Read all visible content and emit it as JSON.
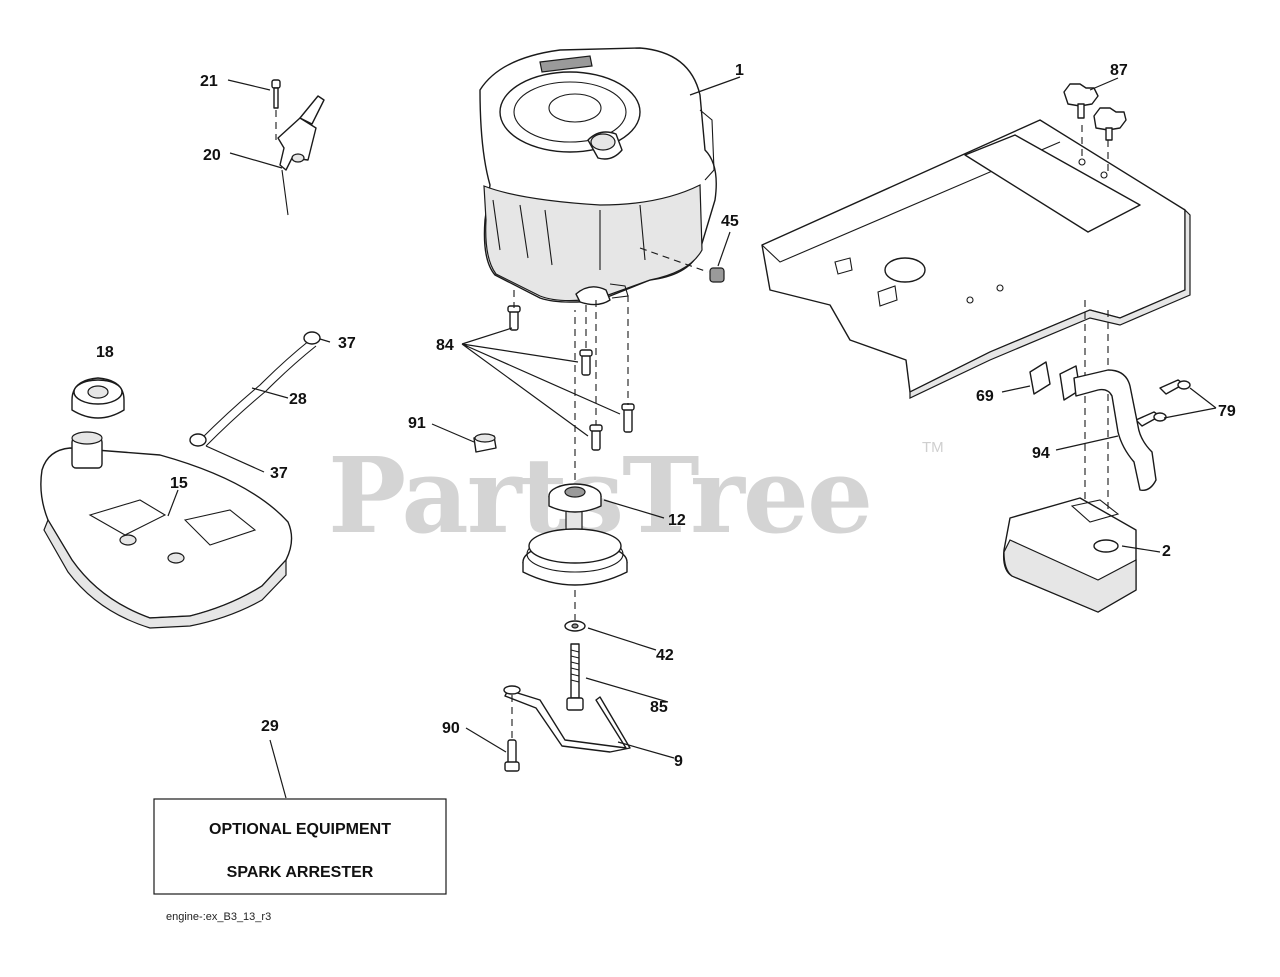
{
  "watermark": {
    "text": "PartsTree",
    "trademark": "TM"
  },
  "footer": {
    "drawing_id": "engine-:ex_B3_13_r3"
  },
  "optional_box": {
    "line1": "OPTIONAL EQUIPMENT",
    "line2": "SPARK ARRESTER"
  },
  "callouts": {
    "n1": "1",
    "n2": "2",
    "n9": "9",
    "n12": "12",
    "n15": "15",
    "n18": "18",
    "n20": "20",
    "n21": "21",
    "n28": "28",
    "n29": "29",
    "n37a": "37",
    "n37b": "37",
    "n42": "42",
    "n45": "45",
    "n69": "69",
    "n79": "79",
    "n84": "84",
    "n85": "85",
    "n87": "87",
    "n90": "90",
    "n91": "91",
    "n94": "94"
  }
}
